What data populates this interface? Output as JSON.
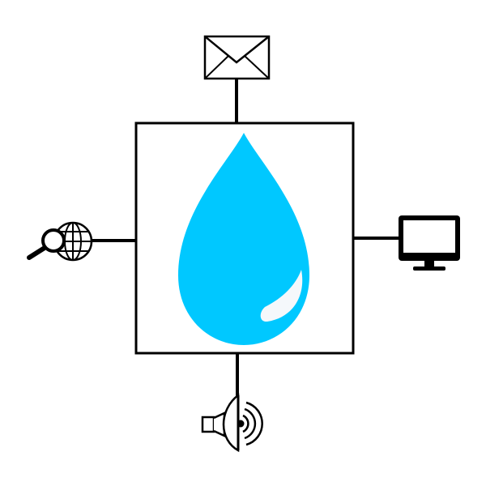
{
  "diagram": {
    "center": {
      "icon": "water-drop-icon",
      "fill_color": "#00c8ff",
      "highlight_color": "#f5f8fb",
      "border_color": "#000000"
    },
    "connectors": [
      {
        "position": "top",
        "icon": "envelope-icon"
      },
      {
        "position": "right",
        "icon": "monitor-icon"
      },
      {
        "position": "bottom",
        "icon": "satellite-dish-icon"
      },
      {
        "position": "left",
        "icon": "web-search-icon"
      }
    ],
    "line_color": "#000000"
  }
}
